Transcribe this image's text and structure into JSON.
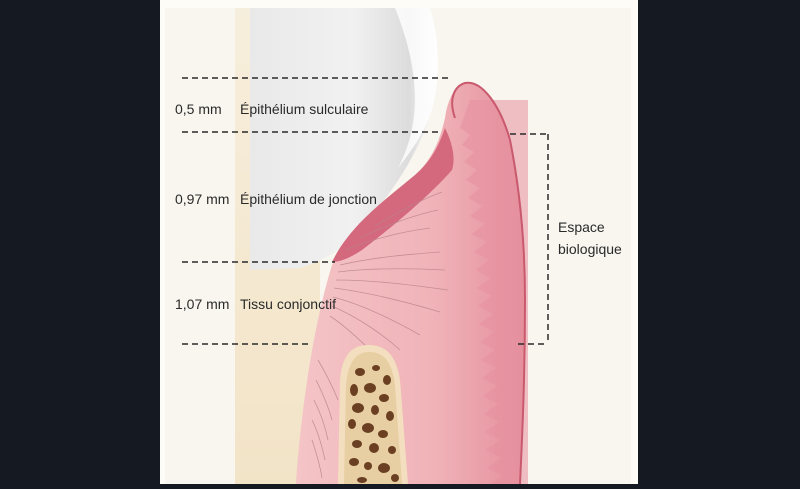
{
  "layers": [
    {
      "measure": "0,5 mm",
      "name": "Épithélium sulculaire"
    },
    {
      "measure": "0,97 mm",
      "name": "Épithélium de jonction"
    },
    {
      "measure": "1,07 mm",
      "name": "Tissu conjonctif"
    }
  ],
  "biological_width": {
    "line1": "Espace",
    "line2": "biologique"
  },
  "colors": {
    "background": "#151a22",
    "panel": "#fdfcf7",
    "tooth": "#ececec",
    "gingiva": "#f2b8bd",
    "gingiva_edge": "#c95a6d",
    "epithelium": "#d66b80",
    "bone": "#f0dcb3",
    "bone_pores": "#6b4022",
    "dashes": "#2a2a2a"
  }
}
